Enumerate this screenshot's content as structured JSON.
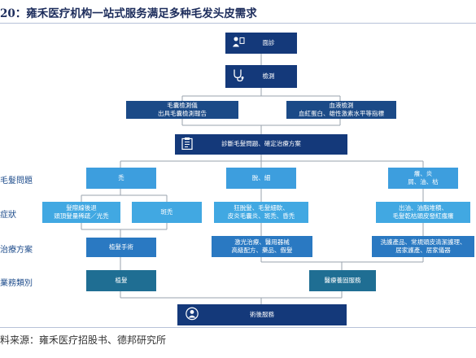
{
  "title": "20：雍禾医疗机构一站式服务满足多种毛发头皮需求",
  "source": "料来源：雍禾医疗招股书、德邦研究所",
  "row_labels": {
    "problem": "毛髮問題",
    "symptom": "症狀",
    "treatment": "治療方案",
    "business": "業務類別"
  },
  "nodes": {
    "consult": "面診",
    "exam": "檢測",
    "follicle_line1": "毛囊檢測儀",
    "follicle_line2": "出具毛囊檢測報告",
    "blood_line1": "血液檢測",
    "blood_line2": "血紅蛋白、雄性激素水平等指標",
    "diagnose": "診斷毛髮問題、確定治療方案",
    "bald": "禿",
    "thin": "脫、細",
    "scalp_line1": "癢、炎",
    "scalp_line2": "屑、油、枯",
    "sym_a_line1": "髮際線後退",
    "sym_a_line2": "頭頂髮量稀疏／光禿",
    "sym_b": "斑禿",
    "sym_c_line1": "狂脫髮、毛髮細軟、",
    "sym_c_line2": "皮炎毛囊炎、斑禿、昏禿",
    "sym_d_line1": "出油、油脂堆積、",
    "sym_d_line2": "毛髮乾枯頭皮發紅瘙癢",
    "tr_transplant": "植髮手術",
    "tr_med_line1": "激光治療、醫用器械",
    "tr_med_line2": "高級配方、藥品、假髮",
    "tr_care_line1": "洗護產品、常規頭皮清潔護理、",
    "tr_care_line2": "居家護產、居家儀器",
    "biz_transplant": "植髮",
    "biz_medical": "醫療養固服務",
    "after_care": "術後服務"
  },
  "icons": {
    "consult": "doctor-consult-icon",
    "exam": "stethoscope-icon",
    "diagnose": "clipboard-document-icon",
    "after_care": "person-avatar-icon"
  },
  "colors": {
    "navy": "#14397a",
    "mid_blue": "#2a79c2",
    "light_blue": "#3d9ede",
    "teal": "#1f6e93",
    "connector": "#9aa3ad"
  }
}
